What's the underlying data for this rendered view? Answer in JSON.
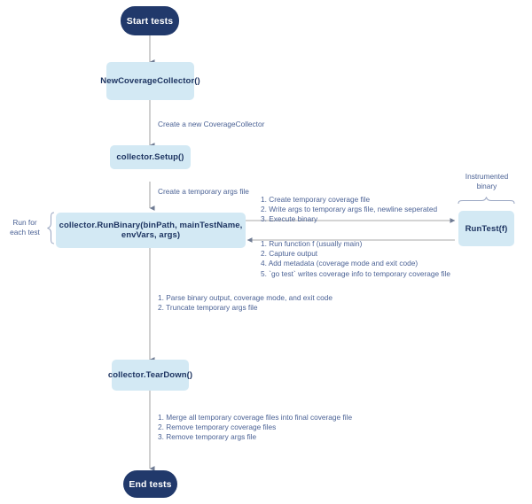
{
  "diagram": {
    "title": "Go coverage collector test flow",
    "colors": {
      "pill_fill": "#21396b",
      "pill_text": "#ffffff",
      "process_fill": "#d3e9f4",
      "process_text": "#1d3461",
      "edge_line": "#a9a9a9",
      "edge_text": "#4b6295",
      "brace": "#8d9bbd",
      "background": "#ffffff"
    },
    "nodes": [
      {
        "id": "start",
        "shape": "pill",
        "label": "Start tests"
      },
      {
        "id": "newcoll",
        "shape": "process",
        "label": "NewCoverageCollector()"
      },
      {
        "id": "setup",
        "shape": "process",
        "label": "collector.Setup()"
      },
      {
        "id": "runbinary",
        "shape": "process",
        "label": "collector.RunBinary(binPath, mainTestName, envVars, args)"
      },
      {
        "id": "runtest",
        "shape": "process",
        "label": "RunTest(f)"
      },
      {
        "id": "teardown",
        "shape": "process",
        "label": "collector.TearDown()"
      },
      {
        "id": "end",
        "shape": "pill",
        "label": "End tests"
      }
    ],
    "edges": [
      {
        "id": "start-newcoll",
        "from": "start",
        "to": "newcoll",
        "direction": "down",
        "label": ""
      },
      {
        "id": "newcoll-setup",
        "from": "newcoll",
        "to": "setup",
        "direction": "down",
        "label": "Create a new CoverageCollector"
      },
      {
        "id": "setup-runbinary",
        "from": "setup",
        "to": "runbinary",
        "direction": "down",
        "label": "Create a temporary args file"
      },
      {
        "id": "runbinary-runtest",
        "from": "runbinary",
        "to": "runtest",
        "direction": "right",
        "steps": [
          "1. Create temporary coverage file",
          "2. Write args to temporary args file, newline seperated",
          "3. Execute binary"
        ]
      },
      {
        "id": "runtest-runbinary",
        "from": "runtest",
        "to": "runbinary",
        "direction": "left",
        "steps": [
          "1. Run function f (usually main)",
          "2. Capture output",
          "4. Add metadata (coverage mode and exit code)",
          "5. `go test` writes coverage info to temporary coverage file"
        ]
      },
      {
        "id": "runbinary-teardown",
        "from": "runbinary",
        "to": "teardown",
        "direction": "down",
        "steps": [
          "1. Parse binary output, coverage mode, and exit code",
          "2. Truncate temporary args file"
        ]
      },
      {
        "id": "teardown-end",
        "from": "teardown",
        "to": "end",
        "direction": "down",
        "steps": [
          "1. Merge all temporary coverage files into final coverage file",
          "2. Remove temporary coverage files",
          "3. Remove temporary args file"
        ]
      }
    ],
    "annotations": [
      {
        "id": "run-for-each-test",
        "brace": "vertical-left",
        "target": "runbinary",
        "lines": [
          "Run for",
          "each test"
        ]
      },
      {
        "id": "instrumented-binary",
        "brace": "horizontal-top",
        "target": "runtest",
        "lines": [
          "Instrumented",
          "binary"
        ]
      }
    ]
  }
}
